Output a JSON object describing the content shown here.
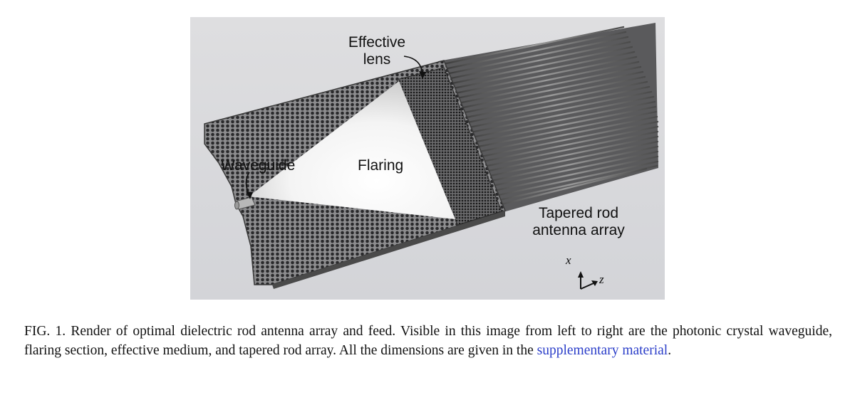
{
  "figure": {
    "labels": {
      "effective_lens": "Effective lens",
      "effective_lens_line1": "Effective",
      "effective_lens_line2": "lens",
      "waveguide": "Waveguide",
      "flaring": "Flaring",
      "tapered_line1": "Tapered rod",
      "tapered_line2": "antenna array"
    },
    "axes": {
      "x": "x",
      "z": "z"
    },
    "colors": {
      "background": "#d6d7da",
      "caption_link": "#2b3ec9"
    }
  },
  "caption": {
    "prefix": "FIG. 1.",
    "text": "Render of optimal dielectric rod antenna array and feed. Visible in this image from left to right are the photonic crystal waveguide, flaring section, effective medium, and tapered rod array. All the dimensions are given in the",
    "link": "supplementary material",
    "end": "."
  }
}
